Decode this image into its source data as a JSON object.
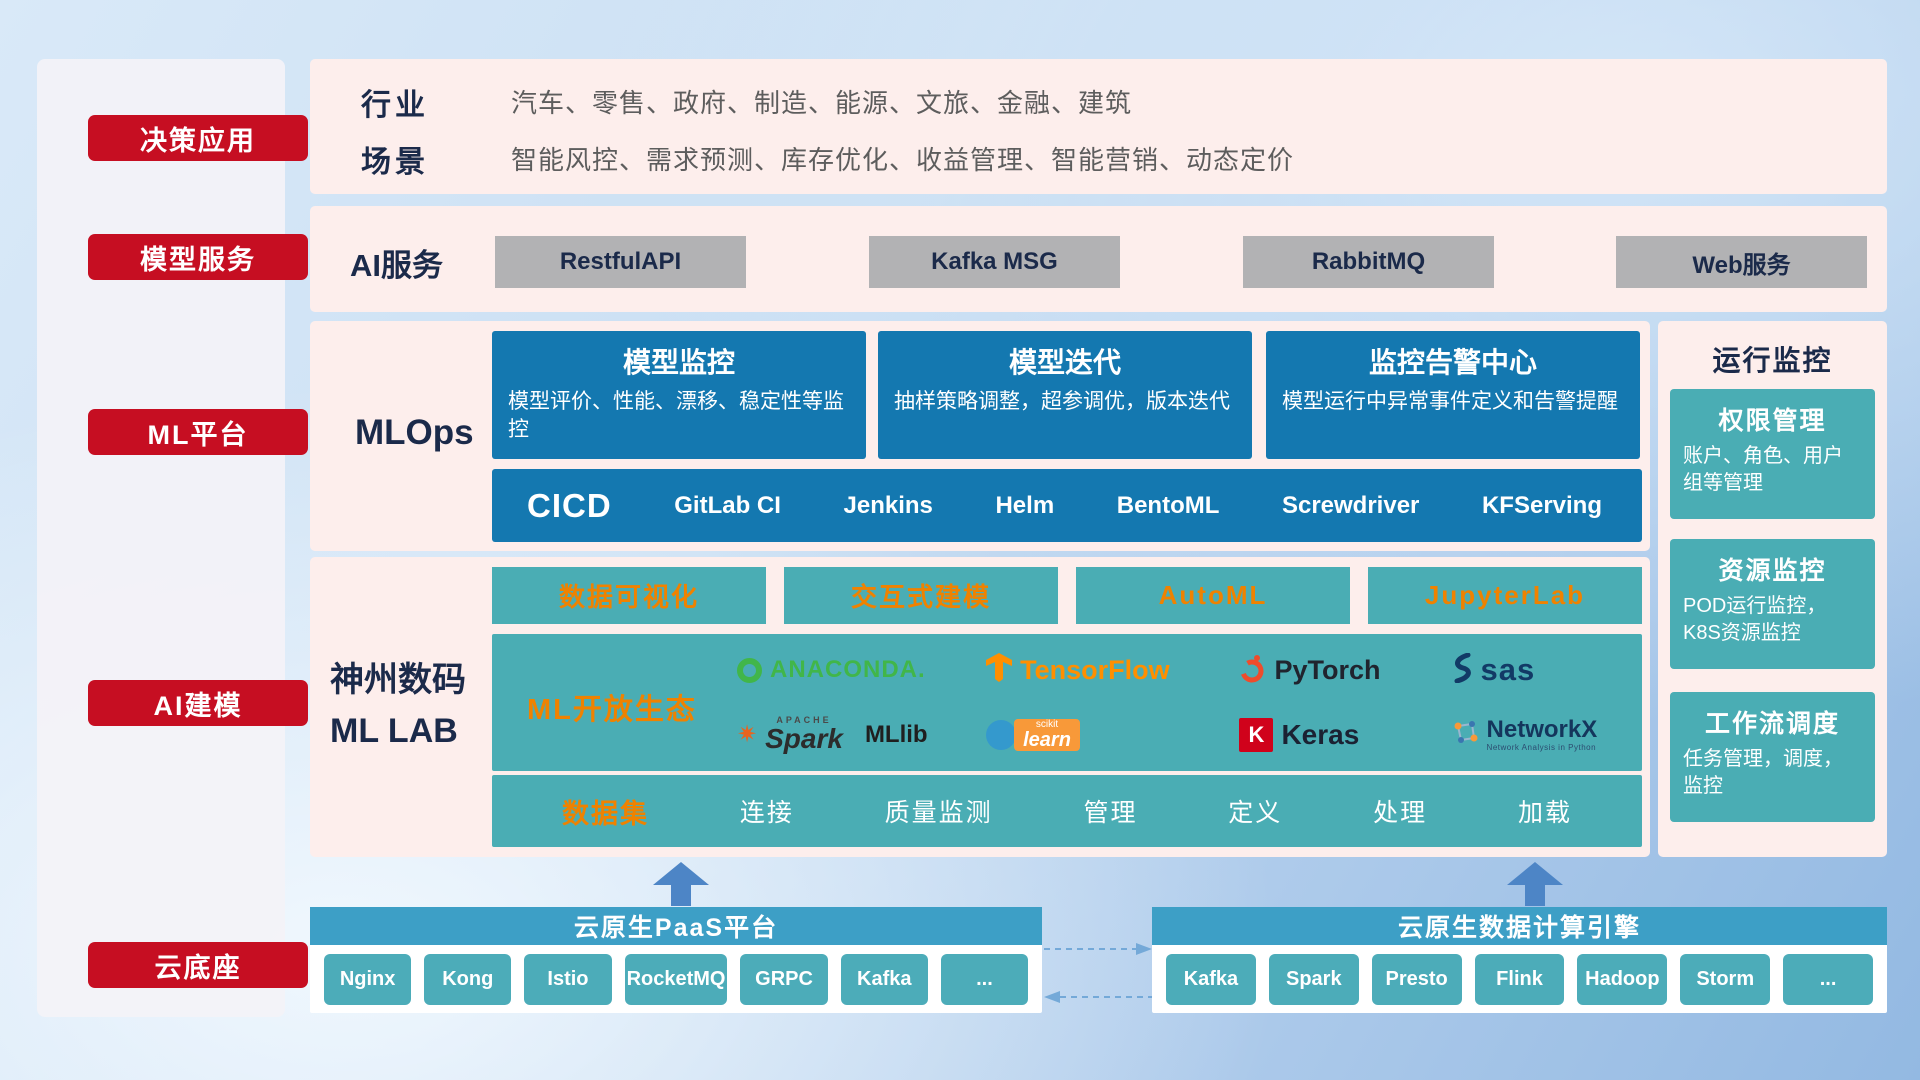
{
  "colors": {
    "accent_red": "#c60e22",
    "box_blue": "#1478b0",
    "box_teal": "#4aadb4",
    "accent_orange": "#ef8200",
    "panel_pink": "#fdeeec",
    "text_navy": "#1b2a4a"
  },
  "sidebar": {
    "items": [
      {
        "label": "决策应用"
      },
      {
        "label": "模型服务"
      },
      {
        "label": "ML平台"
      },
      {
        "label": "AI建模"
      },
      {
        "label": "云底座"
      }
    ]
  },
  "industry": {
    "rows": [
      {
        "label": "行业",
        "value": "汽车、零售、政府、制造、能源、文旅、金融、建筑"
      },
      {
        "label": "场景",
        "value": "智能风控、需求预测、库存优化、收益管理、智能营销、动态定价"
      }
    ]
  },
  "ai_service": {
    "label": "AI服务",
    "services": [
      "RestfulAPI",
      "Kafka MSG",
      "RabbitMQ",
      "Web服务"
    ]
  },
  "mlops": {
    "label": "MLOps",
    "cards": [
      {
        "title": "模型监控",
        "desc": "模型评价、性能、漂移、稳定性等监控"
      },
      {
        "title": "模型迭代",
        "desc": "抽样策略调整，超参调优，版本迭代"
      },
      {
        "title": "监控告警中心",
        "desc": "模型运行中异常事件定义和告警提醒"
      }
    ],
    "cicd_label": "CICD",
    "cicd_tools": [
      "GitLab CI",
      "Jenkins",
      "Helm",
      "BentoML",
      "Screwdriver",
      "KFServing"
    ]
  },
  "monitoring": {
    "title": "运行监控",
    "cards": [
      {
        "title": "权限管理",
        "desc": "账户、角色、用户组等管理"
      },
      {
        "title": "资源监控",
        "desc": "POD运行监控，K8S资源监控"
      },
      {
        "title": "工作流调度",
        "desc": "任务管理，调度，监控"
      }
    ]
  },
  "mllab": {
    "label_line1": "神州数码",
    "label_line2": "ML LAB",
    "tools": [
      "数据可视化",
      "交互式建模",
      "AutoML",
      "JupyterLab"
    ],
    "ecosystem_label": "ML开放生态",
    "logos": {
      "anaconda": "ANACONDA.",
      "tensorflow": "TensorFlow",
      "pytorch": "PyTorch",
      "sas": "sas",
      "spark_apache": "APACHE",
      "spark_star": "✷",
      "spark": "Spark",
      "mllib": "MLlib",
      "scikit": "scikit",
      "learn": "learn",
      "keras_k": "K",
      "keras": "Keras",
      "networkx": "NetworkX",
      "networkx_sub": "Network Analysis in Python"
    },
    "dataset_label": "数据集",
    "dataset_items": [
      "连接",
      "质量监测",
      "管理",
      "定义",
      "处理",
      "加载"
    ]
  },
  "cloud": {
    "paas_title": "云原生PaaS平台",
    "paas_items": [
      "Nginx",
      "Kong",
      "Istio",
      "RocketMQ",
      "GRPC",
      "Kafka",
      "..."
    ],
    "engine_title": "云原生数据计算引擎",
    "engine_items": [
      "Kafka",
      "Spark",
      "Presto",
      "Flink",
      "Hadoop",
      "Storm",
      "..."
    ]
  }
}
